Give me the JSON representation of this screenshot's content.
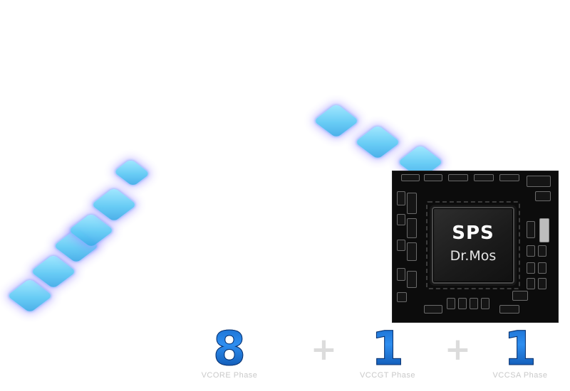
{
  "chip": {
    "title": "SPS",
    "subtitle": "Dr.Mos"
  },
  "phases": [
    {
      "number": "8",
      "label": "VCORE Phase"
    },
    {
      "number": "1",
      "label": "VCCGT Phase"
    },
    {
      "number": "1",
      "label": "VCCSA Phase"
    }
  ],
  "separator": "+",
  "colors": {
    "cube_fill": "#5cc8f5",
    "cube_glow": "#9682ff",
    "number_blue": "#1a6fd0",
    "board": "#0c0c0c"
  }
}
